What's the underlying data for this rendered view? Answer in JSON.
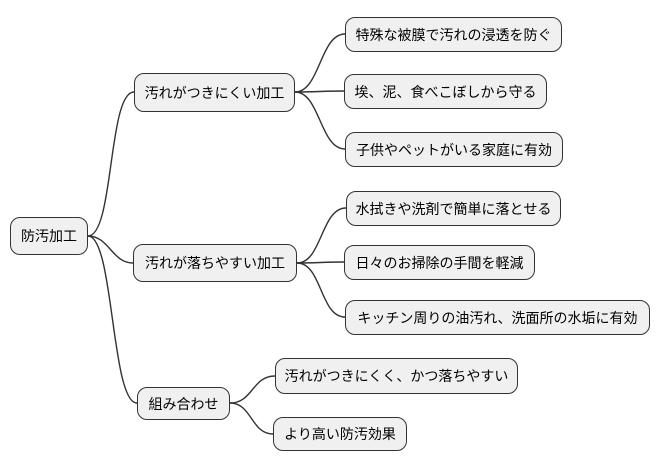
{
  "diagram": {
    "type": "mindmap",
    "root": {
      "label": "防汚加工"
    },
    "branches": [
      {
        "label": "汚れがつきにくい加工",
        "children": [
          "特殊な被膜で汚れの浸透を防ぐ",
          "埃、泥、食べこぼしから守る",
          "子供やペットがいる家庭に有効"
        ]
      },
      {
        "label": "汚れが落ちやすい加工",
        "children": [
          "水拭きや洗剤で簡単に落とせる",
          "日々のお掃除の手間を軽減",
          "キッチン周りの油汚れ、洗面所の水垢に有効"
        ]
      },
      {
        "label": "組み合わせ",
        "children": [
          "汚れがつきにくく、かつ落ちやすい",
          "より高い防汚効果"
        ]
      }
    ],
    "colors": {
      "node_fill": "#f0f0f0",
      "node_border": "#333333",
      "line": "#333333",
      "text": "#000000"
    }
  }
}
